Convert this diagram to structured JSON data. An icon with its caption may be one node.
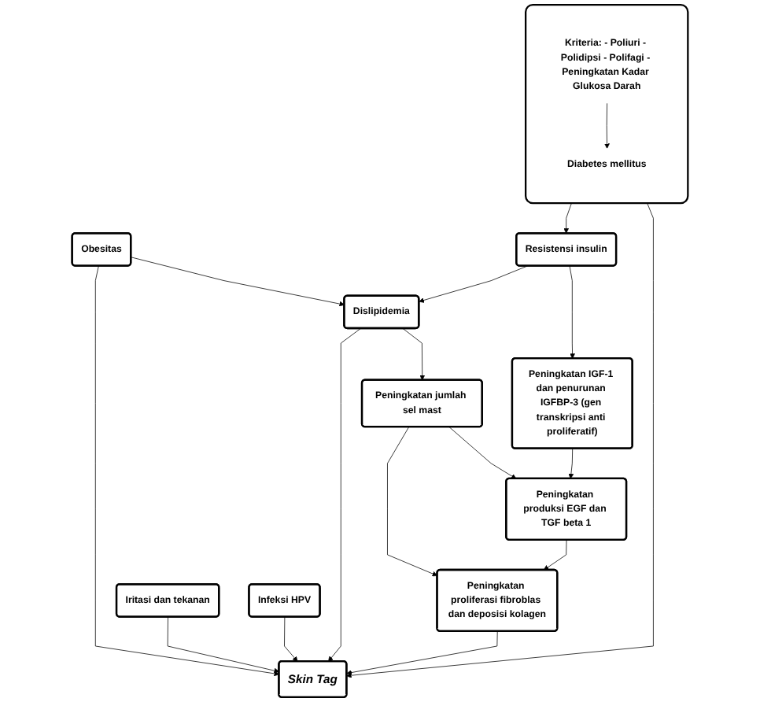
{
  "diagram": {
    "nodes": [
      {
        "text": [],
        "shape": "box"
      },
      {
        "text": [
          "Kriteria: - Poliuri - Polidipsi - Polifagi - Peningkatan Kadar Glukosa Darah"
        ],
        "in": 0
      },
      {
        "text": [
          "Diabetes mellitus"
        ],
        "in": 0
      },
      {
        "text": [
          "Obesitas"
        ]
      },
      {
        "text": [
          "Iritasi dan tekanan"
        ]
      },
      {
        "text": [
          "Skin Tag"
        ]
      },
      {
        "text": [
          "Infeksi HPV"
        ]
      },
      {
        "text": [
          "Dislipidemia"
        ]
      },
      {
        "text": [
          "Resistensi insulin"
        ]
      },
      {
        "text": [
          "Peningkatan jumlah sel mast"
        ]
      },
      {
        "text": [
          "Peningkatan proliferasi fibroblas dan deposisi kolagen"
        ]
      },
      {
        "text": [
          "Peningkatan IGF-1 dan penurunan IGFBP-3 (gen transkripsi anti proliferatif)"
        ]
      },
      {
        "text": [
          "Peningkatan produksi EGF dan TGF beta 1"
        ]
      }
    ],
    "edges": [
      {
        "from": 1,
        "to": 2,
        "arrow": "to"
      },
      {
        "from": 0,
        "to": 5,
        "arrow": "to"
      },
      {
        "from": 0,
        "to": 8,
        "arrow": "to"
      },
      {
        "from": 3,
        "to": 5,
        "arrow": "to"
      },
      {
        "from": 3,
        "to": 7,
        "arrow": "to"
      },
      {
        "from": 4,
        "to": 5,
        "arrow": "to"
      },
      {
        "from": 6,
        "to": 5,
        "arrow": "to"
      },
      {
        "from": 7,
        "to": 5,
        "arrow": "to"
      },
      {
        "from": 8,
        "to": 7,
        "arrow": "to"
      },
      {
        "from": 7,
        "to": 9,
        "arrow": "to"
      },
      {
        "from": 8,
        "to": 11,
        "arrow": "to"
      },
      {
        "from": 9,
        "to": 10,
        "arrow": "to"
      },
      {
        "from": 9,
        "to": 12,
        "arrow": "to"
      },
      {
        "from": 11,
        "to": 12,
        "arrow": "to"
      },
      {
        "from": 12,
        "to": 10,
        "arrow": "to"
      },
      {
        "from": 10,
        "to": 5,
        "arrow": "to"
      }
    ]
  }
}
